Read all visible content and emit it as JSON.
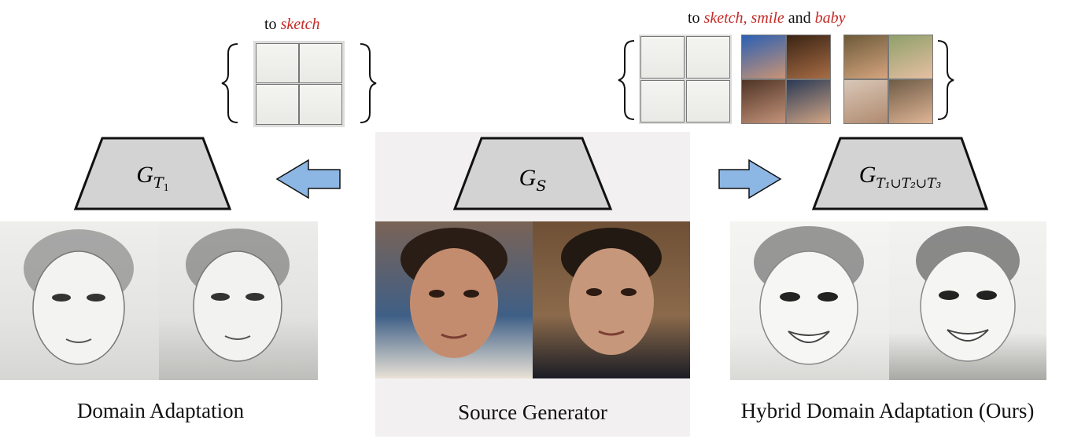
{
  "left": {
    "target_prefix": "to ",
    "target_domain": "sketch",
    "generator_base": "G",
    "generator_sub": "T",
    "generator_sub_index": "1",
    "caption": "Domain Adaptation"
  },
  "center": {
    "generator_base": "G",
    "generator_sub": "S",
    "caption": "Source Generator"
  },
  "right": {
    "target_prefix": "to ",
    "target_domain_1": "sketch, smile",
    "target_joiner": " and ",
    "target_domain_2": "baby",
    "generator_base": "G",
    "generator_sub": "T₁∪T₂∪T₃",
    "caption": "Hybrid Domain Adaptation (Ours)"
  },
  "colors": {
    "trapezoid_fill": "#d3d3d3",
    "arrow_fill": "#8cb6e3",
    "panel_bg": "#f2f0f1",
    "accent_red": "#c42b26"
  },
  "icons": [
    "left-arrow-icon",
    "right-arrow-icon",
    "left-brace-icon",
    "right-brace-icon"
  ]
}
